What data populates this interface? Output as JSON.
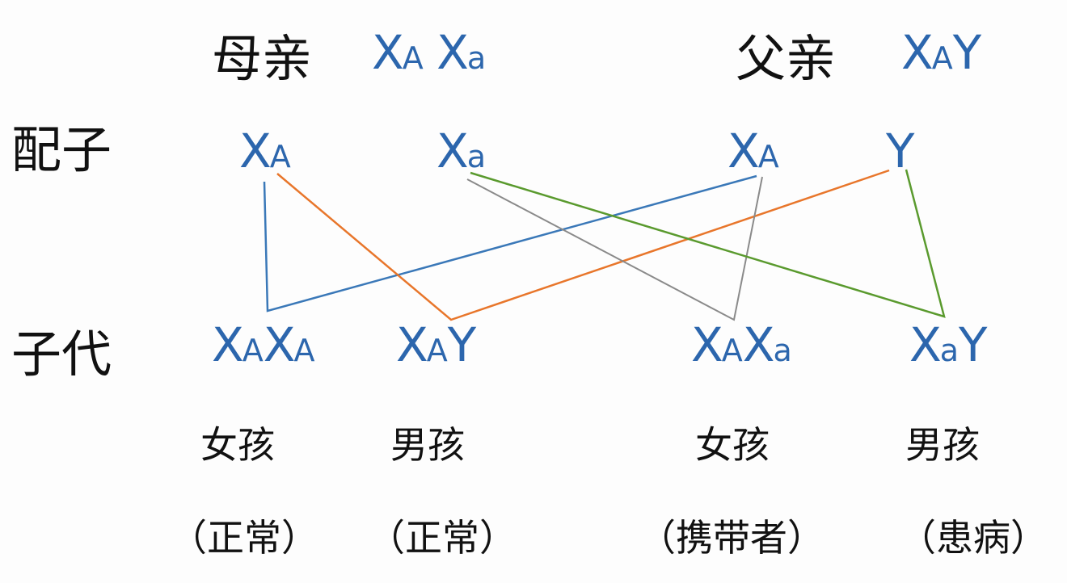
{
  "parents": {
    "mother": {
      "label": "母亲",
      "g1": "X",
      "s1": "A",
      "g2": "X",
      "s2": "a"
    },
    "father": {
      "label": "父亲",
      "g1": "X",
      "s1": "A",
      "g2": "Y"
    }
  },
  "gametes": {
    "label": "配子",
    "items": [
      {
        "g": "X",
        "s": "A"
      },
      {
        "g": "X",
        "s": "a"
      },
      {
        "g": "X",
        "s": "A"
      },
      {
        "g": "Y",
        "s": ""
      }
    ]
  },
  "offspring": {
    "label": "子代",
    "items": [
      {
        "g1": "X",
        "s1": "A",
        "g2": "X",
        "s2": "A",
        "sex": "女孩",
        "status": "（正常）"
      },
      {
        "g1": "X",
        "s1": "A",
        "g2": "Y",
        "s2": "",
        "sex": "男孩",
        "status": "（正常）"
      },
      {
        "g1": "X",
        "s1": "A",
        "g2": "X",
        "s2": "a",
        "sex": "女孩",
        "status": "（携带者）"
      },
      {
        "g1": "X",
        "s1": "a",
        "g2": "Y",
        "s2": "",
        "sex": "男孩",
        "status": "（患病）"
      }
    ]
  },
  "colors": {
    "genotype": "#2c66ad",
    "line_blue": "#3a78b8",
    "line_orange": "#e8762b",
    "line_gray": "#8a8a8a",
    "line_green": "#5a9a2e"
  }
}
